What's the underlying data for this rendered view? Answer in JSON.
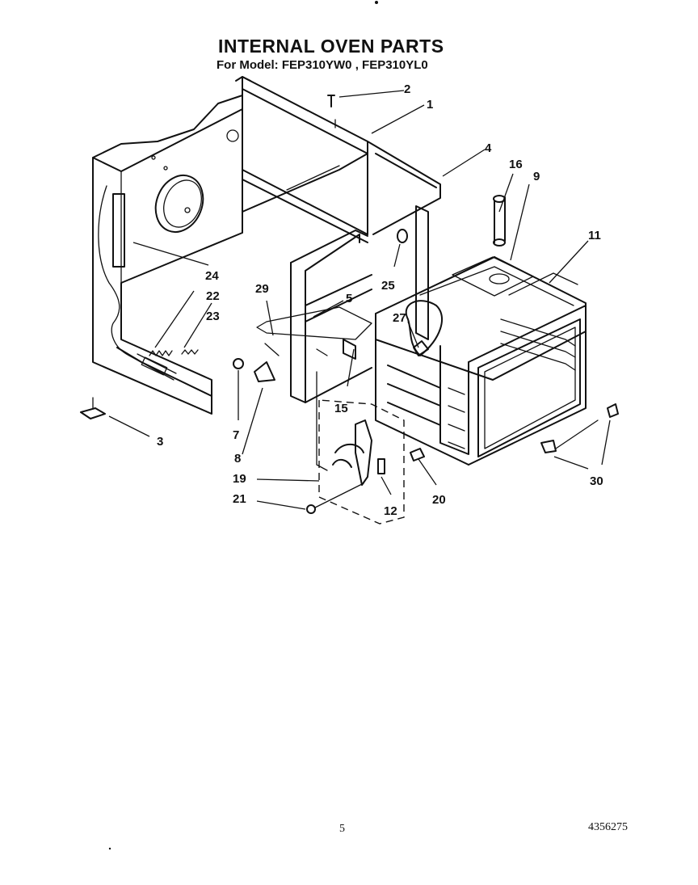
{
  "header": {
    "title": "INTERNAL OVEN PARTS",
    "subtitle": "For Model: FEP310YW0 , FEP310YL0"
  },
  "callouts": {
    "c1": "1",
    "c2": "2",
    "c3": "3",
    "c4": "4",
    "c5": "5",
    "c7": "7",
    "c8": "8",
    "c9": "9",
    "c11": "11",
    "c12": "12",
    "c15": "15",
    "c16": "16",
    "c19": "19",
    "c20": "20",
    "c21": "21",
    "c22": "22",
    "c23": "23",
    "c24": "24",
    "c25": "25",
    "c27": "27",
    "c29": "29",
    "c30": "30"
  },
  "footer": {
    "page_number": "5",
    "doc_number": "4356275"
  }
}
